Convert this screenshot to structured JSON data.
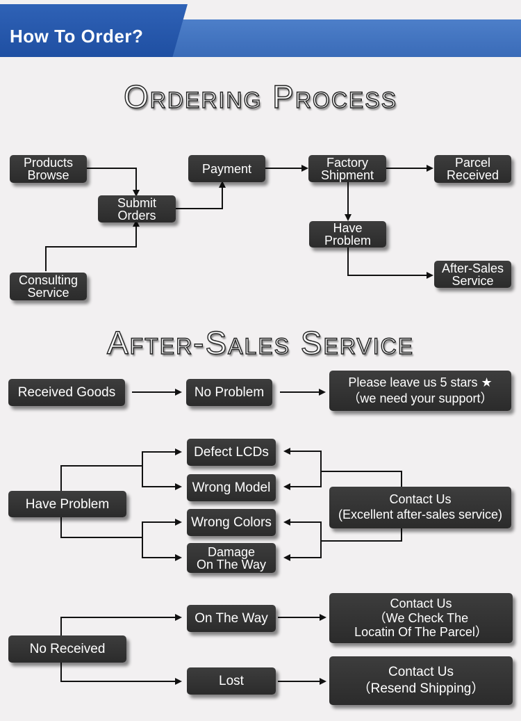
{
  "header": {
    "title": "How To Order?"
  },
  "ordering": {
    "title": "Ordering Process",
    "nodes": {
      "products_browse": [
        "Products",
        "Browse"
      ],
      "submit_orders": [
        "Submit",
        "Orders"
      ],
      "consulting_service": [
        "Consulting",
        "Service"
      ],
      "payment": "Payment",
      "factory_shipment": [
        "Factory",
        "Shipment"
      ],
      "parcel_received": [
        "Parcel",
        "Received"
      ],
      "have_problem": [
        "Have",
        "Problem"
      ],
      "after_sales_service": [
        "After-Sales",
        "Service"
      ]
    }
  },
  "after_sales": {
    "title": "After-Sales Service",
    "received_goods": "Received Goods",
    "no_problem": "No Problem",
    "leave_stars": [
      "Please leave us 5 stars ★",
      "（we need your support）"
    ],
    "have_problem": "Have Problem",
    "defect_lcds": "Defect LCDs",
    "wrong_model": "Wrong Model",
    "wrong_colors": "Wrong Colors",
    "damage_on_the_way": [
      "Damage",
      "On The Way"
    ],
    "contact_us_excellent": [
      "Contact Us",
      "(Excellent after-sales service)"
    ],
    "no_received": "No Received",
    "on_the_way": "On The Way",
    "lost": "Lost",
    "contact_us_check": [
      "Contact Us",
      "（We Check The",
      "Locatin Of The Parcel）"
    ],
    "contact_us_resend": [
      "Contact Us",
      "（Resend Shipping）"
    ]
  }
}
